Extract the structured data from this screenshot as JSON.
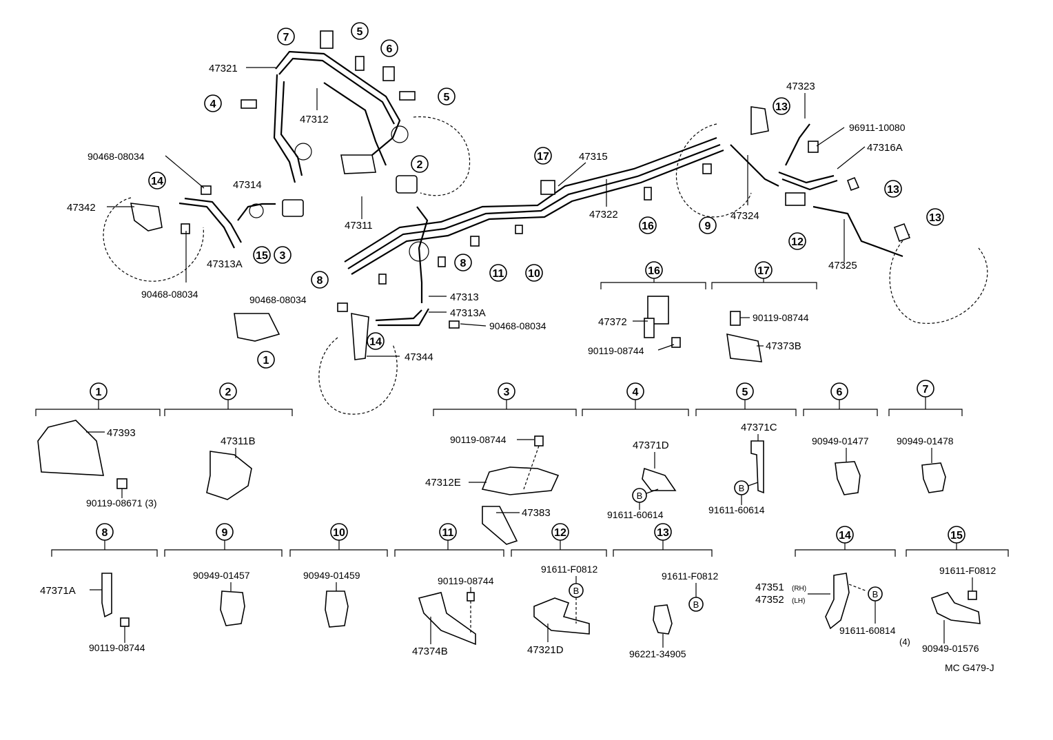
{
  "diagram": {
    "callouts": [
      {
        "id": "c7a",
        "n": "7"
      },
      {
        "id": "c5a",
        "n": "5"
      },
      {
        "id": "c6a",
        "n": "6"
      },
      {
        "id": "c5b",
        "n": "5"
      },
      {
        "id": "c4a",
        "n": "4"
      },
      {
        "id": "c2a",
        "n": "2"
      },
      {
        "id": "c14a",
        "n": "14"
      },
      {
        "id": "c15a",
        "n": "15"
      },
      {
        "id": "c3a",
        "n": "3"
      },
      {
        "id": "c17a",
        "n": "17"
      },
      {
        "id": "c11a",
        "n": "11"
      },
      {
        "id": "c10a",
        "n": "10"
      },
      {
        "id": "c8a",
        "n": "8"
      },
      {
        "id": "c8b",
        "n": "8"
      },
      {
        "id": "c1a",
        "n": "1"
      },
      {
        "id": "c14b",
        "n": "14"
      },
      {
        "id": "c16a",
        "n": "16"
      },
      {
        "id": "c9a",
        "n": "9"
      },
      {
        "id": "c13a",
        "n": "13"
      },
      {
        "id": "c13b",
        "n": "13"
      },
      {
        "id": "c12a",
        "n": "12"
      },
      {
        "id": "c13c",
        "n": "13"
      }
    ],
    "labels": [
      {
        "id": "t47321",
        "text": "47321"
      },
      {
        "id": "t47312",
        "text": "47312"
      },
      {
        "id": "t90468a",
        "text": "90468-08034"
      },
      {
        "id": "t47314",
        "text": "47314"
      },
      {
        "id": "t47342",
        "text": "47342"
      },
      {
        "id": "t47313Aa",
        "text": "47313A"
      },
      {
        "id": "t90468b",
        "text": "90468-08034"
      },
      {
        "id": "t47311",
        "text": "47311"
      },
      {
        "id": "t47315",
        "text": "47315"
      },
      {
        "id": "t47322",
        "text": "47322"
      },
      {
        "id": "t47313",
        "text": "47313"
      },
      {
        "id": "t47313Ab",
        "text": "47313A"
      },
      {
        "id": "t90468c",
        "text": "90468-08034"
      },
      {
        "id": "t90468d",
        "text": "90468-08034"
      },
      {
        "id": "t47344",
        "text": "47344"
      },
      {
        "id": "t47323",
        "text": "47323"
      },
      {
        "id": "t96911",
        "text": "96911-10080"
      },
      {
        "id": "t47316A",
        "text": "47316A"
      },
      {
        "id": "t47324",
        "text": "47324"
      },
      {
        "id": "t47325",
        "text": "47325"
      }
    ]
  },
  "groups": [
    {
      "n": "1",
      "parts": [
        {
          "text": "47393"
        },
        {
          "text": "90119-08671 (3)"
        }
      ]
    },
    {
      "n": "2",
      "parts": [
        {
          "text": "47311B"
        }
      ]
    },
    {
      "n": "3",
      "parts": [
        {
          "text": "90119-08744"
        },
        {
          "text": "47312E"
        },
        {
          "text": "47383"
        }
      ]
    },
    {
      "n": "4",
      "parts": [
        {
          "text": "47371D"
        },
        {
          "text": "91611-60614"
        }
      ]
    },
    {
      "n": "5",
      "parts": [
        {
          "text": "47371C"
        },
        {
          "text": "91611-60614"
        }
      ]
    },
    {
      "n": "6",
      "parts": [
        {
          "text": "90949-01477"
        }
      ]
    },
    {
      "n": "7",
      "parts": [
        {
          "text": "90949-01478"
        }
      ]
    },
    {
      "n": "8",
      "parts": [
        {
          "text": "47371A"
        },
        {
          "text": "90119-08744"
        }
      ]
    },
    {
      "n": "9",
      "parts": [
        {
          "text": "90949-01457"
        }
      ]
    },
    {
      "n": "10",
      "parts": [
        {
          "text": "90949-01459"
        }
      ]
    },
    {
      "n": "11",
      "parts": [
        {
          "text": "90119-08744"
        },
        {
          "text": "47374B"
        }
      ]
    },
    {
      "n": "12",
      "parts": [
        {
          "text": "91611-F0812"
        },
        {
          "text": "47321D"
        }
      ]
    },
    {
      "n": "13",
      "parts": [
        {
          "text": "91611-F0812"
        },
        {
          "text": "96221-34905"
        }
      ]
    },
    {
      "n": "14",
      "parts": [
        {
          "text": "47351"
        },
        {
          "text": "(RH)"
        },
        {
          "text": "47352"
        },
        {
          "text": "(LH)"
        },
        {
          "text": "91611-60814"
        },
        {
          "text": "(4)"
        }
      ]
    },
    {
      "n": "15",
      "parts": [
        {
          "text": "91611-F0812"
        },
        {
          "text": "90949-01576"
        }
      ]
    },
    {
      "n": "16",
      "parts": [
        {
          "text": "47372"
        },
        {
          "text": "90119-08744"
        }
      ]
    },
    {
      "n": "17",
      "parts": [
        {
          "text": "90119-08744"
        },
        {
          "text": "47373B"
        }
      ]
    }
  ],
  "b_marker": "B",
  "footer": {
    "code": "MC  G479-J"
  }
}
